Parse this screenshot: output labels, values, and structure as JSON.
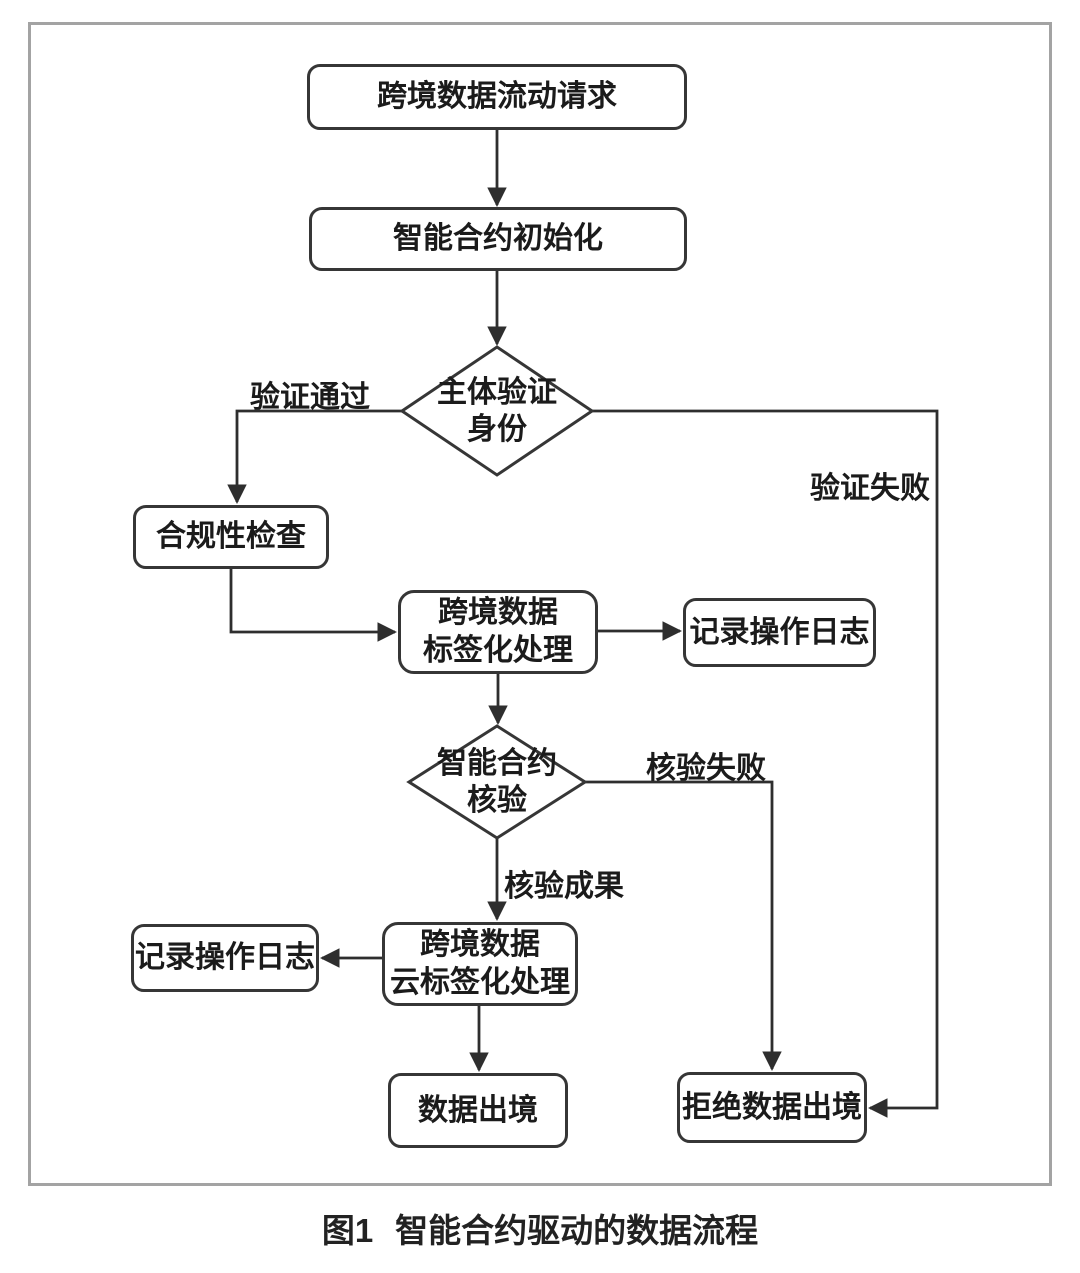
{
  "figure": {
    "caption": {
      "prefix": "图1",
      "title": "智能合约驱动的数据流程"
    }
  },
  "flowchart": {
    "nodes": {
      "request": {
        "label": "跨境数据流动请求"
      },
      "init": {
        "label": "智能合约初始化"
      },
      "identity": {
        "line1": "主体验证",
        "line2": "身份"
      },
      "compliance": {
        "label": "合规性检查"
      },
      "tagging": {
        "line1": "跨境数据",
        "line2": "标签化处理"
      },
      "log_upper": {
        "label": "记录操作日志"
      },
      "verify": {
        "line1": "智能合约",
        "line2": "核验"
      },
      "cloud_tagging": {
        "line1": "跨境数据",
        "line2": "云标签化处理"
      },
      "log_lower": {
        "label": "记录操作日志"
      },
      "data_exit": {
        "label": "数据出境"
      },
      "reject_exit": {
        "label": "拒绝数据出境"
      }
    },
    "edge_labels": {
      "verify_pass": "验证通过",
      "verify_fail": "验证失败",
      "check_fail": "核验失败",
      "check_pass": "核验成果"
    },
    "colors": {
      "line": "#2e2e2e",
      "node_border": "#363636",
      "node_fill": "#ffffff",
      "frame_border": "#a3a3a3",
      "text": "#1b1b1b"
    }
  }
}
